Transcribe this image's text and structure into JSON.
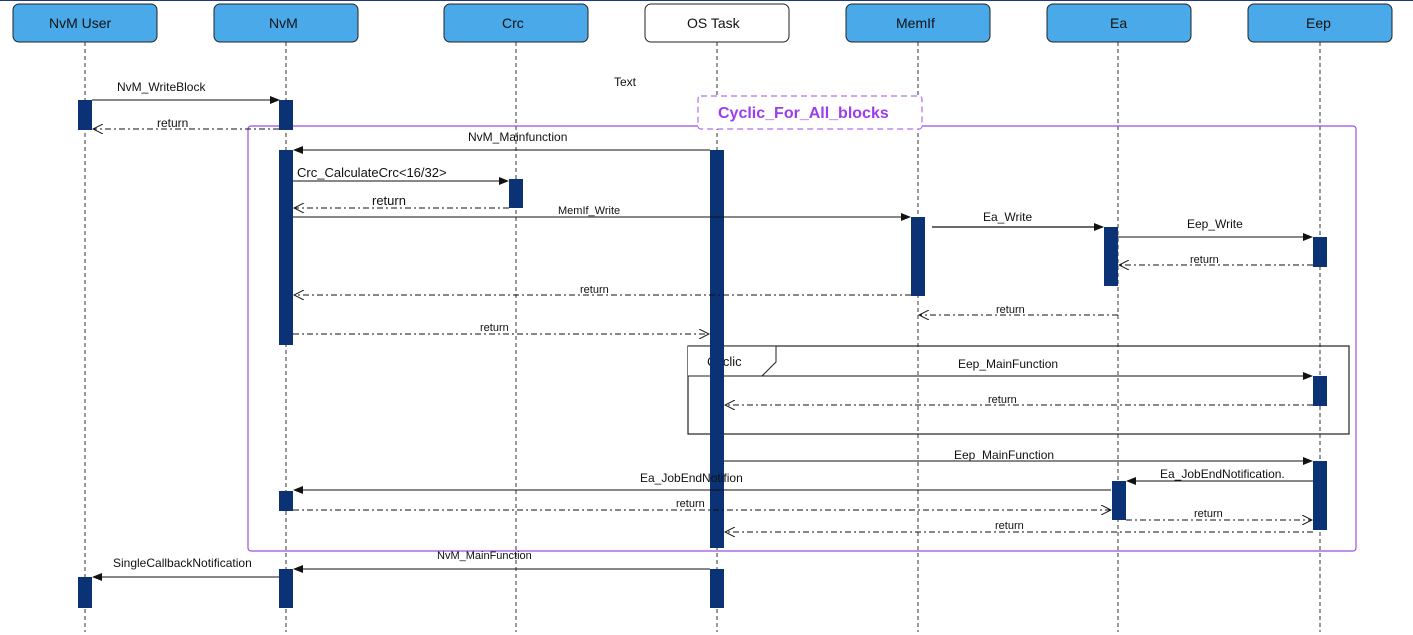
{
  "participants": [
    {
      "id": "nvm-user",
      "name": "NvM User",
      "fill": "#4aa9e8"
    },
    {
      "id": "nvm",
      "name": "NvM",
      "fill": "#4aa9e8"
    },
    {
      "id": "crc",
      "name": "Crc",
      "fill": "#4aa9e8"
    },
    {
      "id": "os-task",
      "name": "OS Task",
      "fill": "#ffffff"
    },
    {
      "id": "memif",
      "name": "MemIf",
      "fill": "#4aa9e8"
    },
    {
      "id": "ea",
      "name": "Ea",
      "fill": "#4aa9e8"
    },
    {
      "id": "eep",
      "name": "Eep",
      "fill": "#4aa9e8"
    }
  ],
  "annotations": {
    "text_label": "Text",
    "cyclic_region_label": "Cyclic_For_All_blocks",
    "cyclic_frame_label": "Cyclic"
  },
  "messages": [
    {
      "id": "m1",
      "text": "NvM_WriteBlock",
      "type": "call"
    },
    {
      "id": "m2",
      "text": "return",
      "type": "return"
    },
    {
      "id": "m3",
      "text": "NvM_Mainfunction",
      "type": "call"
    },
    {
      "id": "m4",
      "text": "Crc_CalculateCrc<16/32>",
      "type": "call"
    },
    {
      "id": "m5",
      "text": "return",
      "type": "return"
    },
    {
      "id": "m6",
      "text": "MemIf_Write",
      "type": "call"
    },
    {
      "id": "m7",
      "text": "Ea_Write",
      "type": "call"
    },
    {
      "id": "m8",
      "text": "Eep_Write",
      "type": "call"
    },
    {
      "id": "m9",
      "text": "return",
      "type": "return"
    },
    {
      "id": "m10",
      "text": "return",
      "type": "return"
    },
    {
      "id": "m11",
      "text": "return",
      "type": "return"
    },
    {
      "id": "m12",
      "text": "return",
      "type": "return"
    },
    {
      "id": "m13",
      "text": "Eep_MainFunction",
      "type": "call"
    },
    {
      "id": "m14",
      "text": "return",
      "type": "return"
    },
    {
      "id": "m15",
      "text": "Eep_MainFunction",
      "type": "call"
    },
    {
      "id": "m16",
      "text": "Ea_JobEndNotification.",
      "type": "call"
    },
    {
      "id": "m17",
      "text": "Ea_JobEndNotifion",
      "type": "call"
    },
    {
      "id": "m18",
      "text": "return",
      "type": "return"
    },
    {
      "id": "m19",
      "text": "return",
      "type": "return"
    },
    {
      "id": "m20",
      "text": "return",
      "type": "return"
    },
    {
      "id": "m21",
      "text": "NvM_MainFunction",
      "type": "call"
    },
    {
      "id": "m22",
      "text": "SingleCallbackNotification",
      "type": "call"
    }
  ],
  "colors": {
    "header_blue": "#4aa9e8",
    "activation": "#0b3275",
    "region_border": "#9b4fe0",
    "region_label": "#9b3cf0"
  }
}
